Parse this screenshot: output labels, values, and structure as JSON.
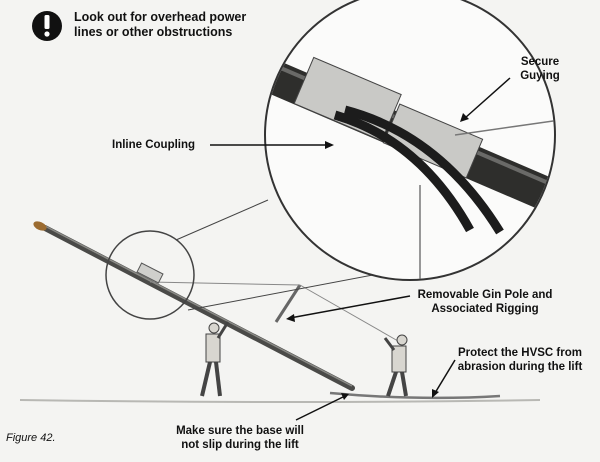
{
  "warning": {
    "icon": "exclamation-icon",
    "text": "Look out for overhead power lines or other obstructions"
  },
  "labels": {
    "inline_coupling": "Inline Coupling",
    "secure_guying": "Secure Guying",
    "gin_pole": "Removable Gin Pole and Associated Rigging",
    "protect_hvsc": "Protect the HVSC from abrasion during the lift",
    "base_slip": "Make sure the base will not slip during the lift"
  },
  "caption": "Figure 42."
}
